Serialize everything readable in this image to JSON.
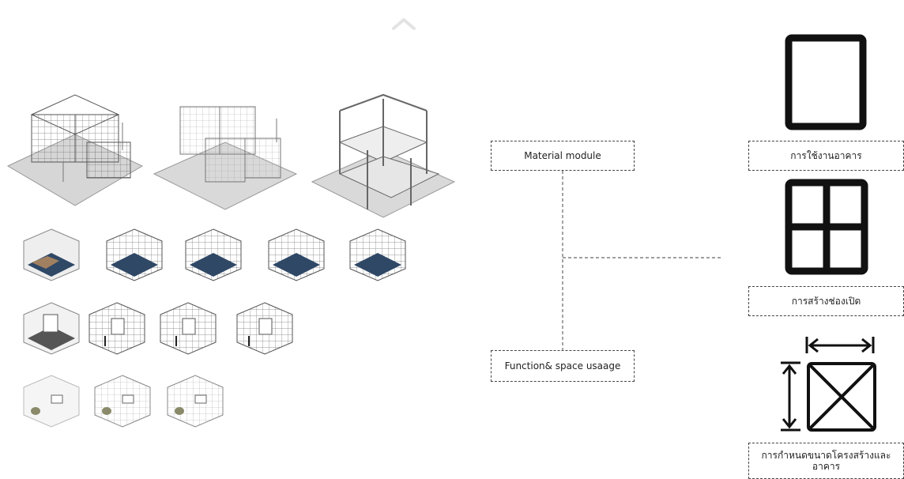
{
  "diagram": {
    "left_label_top": "Material module",
    "left_label_bottom": "Function& space usaage",
    "right_label_1": "การใช้งานอาคาร",
    "right_label_2": "การสร้างช่องเปิด",
    "right_label_3": "การกำหนดขนาดโครงสร้างและอาคาร"
  },
  "icons": {
    "scroll_up": "chevron-up-icon",
    "single_frame": "window-single-frame-icon",
    "quad_frame": "window-four-pane-icon",
    "dimension_frame": "dimension-cross-box-icon"
  }
}
